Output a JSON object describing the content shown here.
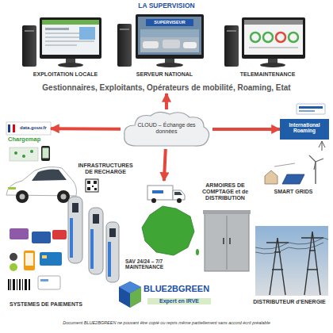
{
  "diagram": {
    "title": "LA SUPERVISION",
    "nodes": [
      {
        "text": [
          "EXPLOITATION LOCALE"
        ]
      },
      {
        "text": [
          "SUPERVISEUR",
          "SERVEUR NATIONAL"
        ]
      },
      {
        "text": [
          "TELEMAINTENANCE"
        ]
      },
      {
        "text": [
          "Gestionnaires, Exploitants, Opérateurs de mobilité, Roaming, Etat"
        ]
      },
      {
        "text": [
          "data.gouv.fr"
        ]
      },
      {
        "text": [
          "Chargemap"
        ]
      },
      {
        "text": [
          "CLOUD – Échange des données"
        ]
      },
      {
        "text": [
          "International Roaming"
        ]
      },
      {
        "text": [
          "SAV 24/24 – 7/7 MAINTENANCE"
        ]
      }
    ],
    "edges": [
      {
        "from": 6,
        "to": 3,
        "arrow": "to"
      },
      {
        "from": 6,
        "to": 4,
        "arrow": "to"
      },
      {
        "from": 6,
        "to": 7,
        "arrow": "to"
      },
      {
        "from": 6,
        "to": 8,
        "arrow": "to"
      }
    ],
    "labels": [
      "INFRASTRUCTURES DE RECHARGE",
      "ARMOIRES DE COMPTAGE et de DISTRIBUTION",
      "SMART GRIDS",
      "SYSTEMES DE PAIEMENTS",
      "DISTRIBUTEUR d'ENERGIE",
      "BLUE2BGREEN",
      "Expert en IRVE",
      "Document BLUE2BGREEN ne pouvant être copié ou repris même partiellement sans accord écrit préalable"
    ]
  }
}
